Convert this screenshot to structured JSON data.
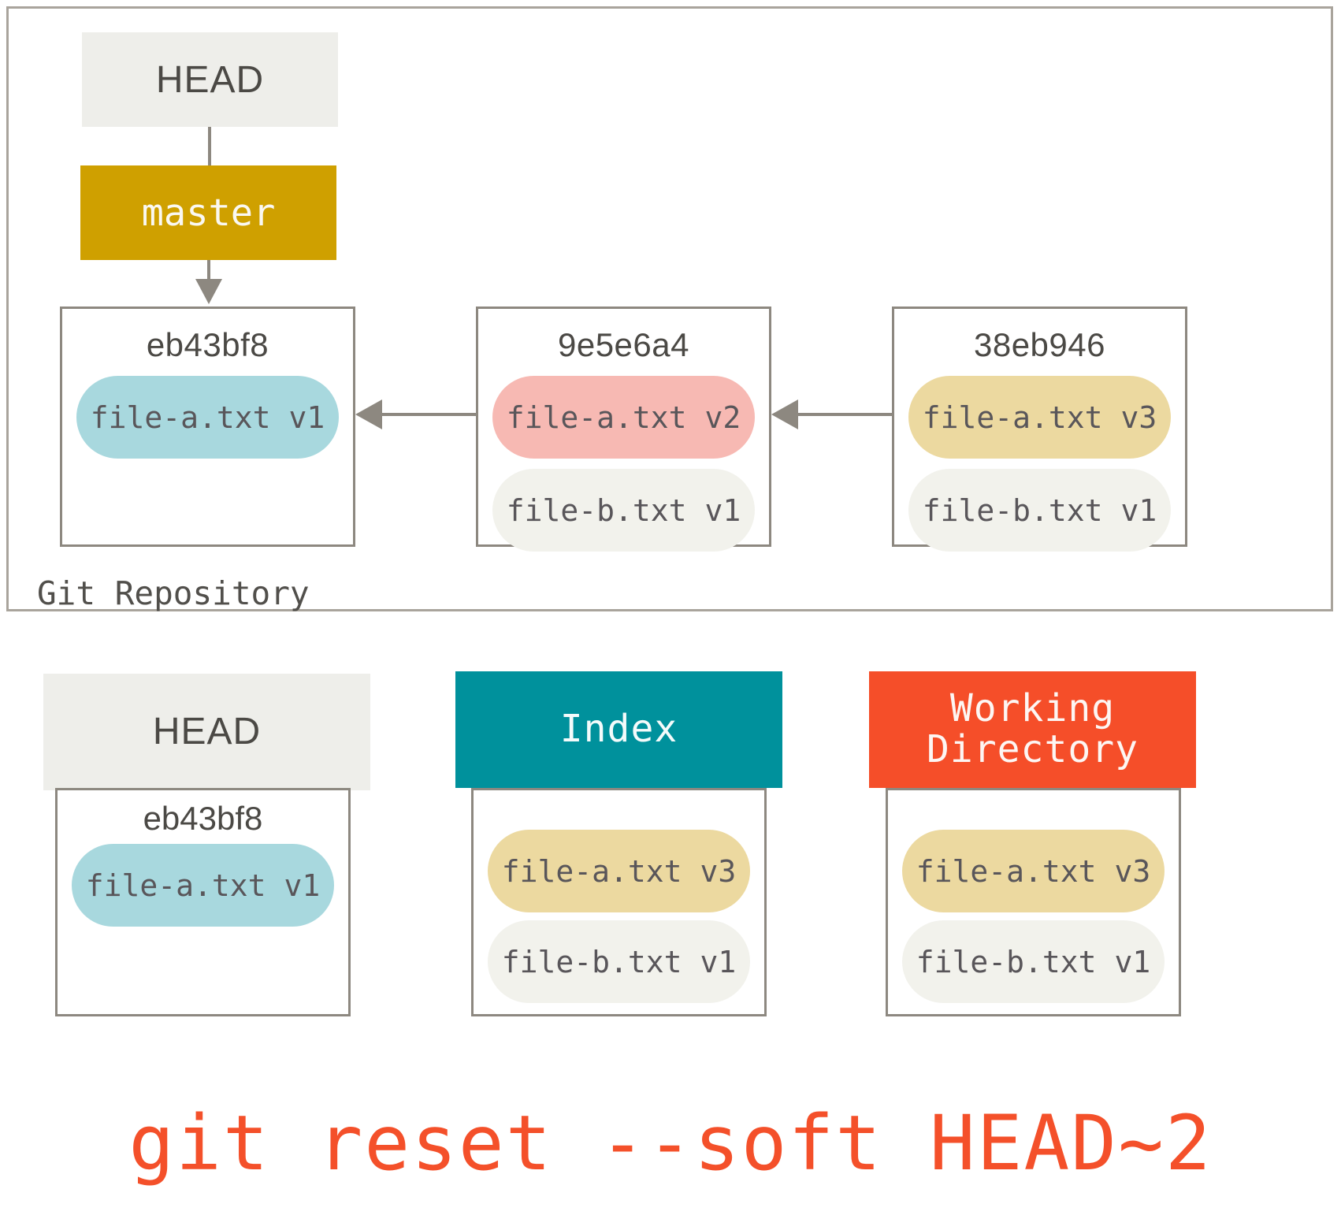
{
  "repository": {
    "label": "Git Repository",
    "head": {
      "label": "HEAD"
    },
    "branch": {
      "label": "master",
      "color": "#cfa000"
    },
    "commits": [
      {
        "hash": "eb43bf8",
        "files": [
          {
            "name": "file-a.txt v1",
            "color": "#a8d8de"
          }
        ]
      },
      {
        "hash": "9e5e6a4",
        "files": [
          {
            "name": "file-a.txt v2",
            "color": "#f7b9b3"
          },
          {
            "name": "file-b.txt v1",
            "color": "#f2f2ec"
          }
        ]
      },
      {
        "hash": "38eb946",
        "files": [
          {
            "name": "file-a.txt v3",
            "color": "#ecd9a0"
          },
          {
            "name": "file-b.txt v1",
            "color": "#f2f2ec"
          }
        ]
      }
    ]
  },
  "panels": [
    {
      "title": "HEAD",
      "header_color": "#eeeeea",
      "hash": "eb43bf8",
      "files": [
        {
          "name": "file-a.txt v1",
          "color": "#a8d8de"
        }
      ]
    },
    {
      "title": "Index",
      "header_color": "#00919c",
      "hash": "",
      "files": [
        {
          "name": "file-a.txt v3",
          "color": "#ecd9a0"
        },
        {
          "name": "file-b.txt v1",
          "color": "#f2f2ec"
        }
      ]
    },
    {
      "title": "Working\nDirectory",
      "header_color": "#f54e29",
      "hash": "",
      "files": [
        {
          "name": "file-a.txt v3",
          "color": "#ecd9a0"
        },
        {
          "name": "file-b.txt v1",
          "color": "#f2f2ec"
        }
      ]
    }
  ],
  "command": {
    "text": "git reset --soft HEAD~2",
    "color": "#f4502a"
  }
}
